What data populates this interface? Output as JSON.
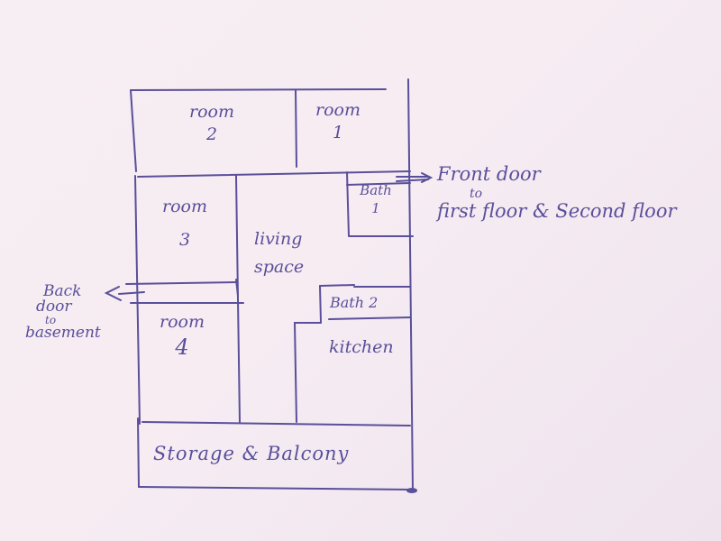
{
  "ink_color": "#5a4f9a",
  "rooms": [
    {
      "id": "room-2",
      "label_line1": "room",
      "label_line2": "2"
    },
    {
      "id": "room-1",
      "label_line1": "room",
      "label_line2": "1"
    },
    {
      "id": "room-3",
      "label_line1": "room",
      "label_line2": "3"
    },
    {
      "id": "room-4",
      "label_line1": "room",
      "label_line2": "4"
    },
    {
      "id": "bath-1",
      "label_line1": "Bath",
      "label_line2": "1"
    },
    {
      "id": "bath-2",
      "label": "Bath 2"
    },
    {
      "id": "living-space",
      "label_line1": "living",
      "label_line2": "space"
    },
    {
      "id": "kitchen",
      "label": "kitchen"
    },
    {
      "id": "storage-balcony",
      "label": "Storage & Balcony"
    }
  ],
  "annotations": {
    "front_door": {
      "line1": "Front door",
      "line2": "to",
      "line3": "first floor & Second floor"
    },
    "back_door": {
      "line1": "Back",
      "line2": "door",
      "line3": "to",
      "line4": "basement"
    }
  }
}
